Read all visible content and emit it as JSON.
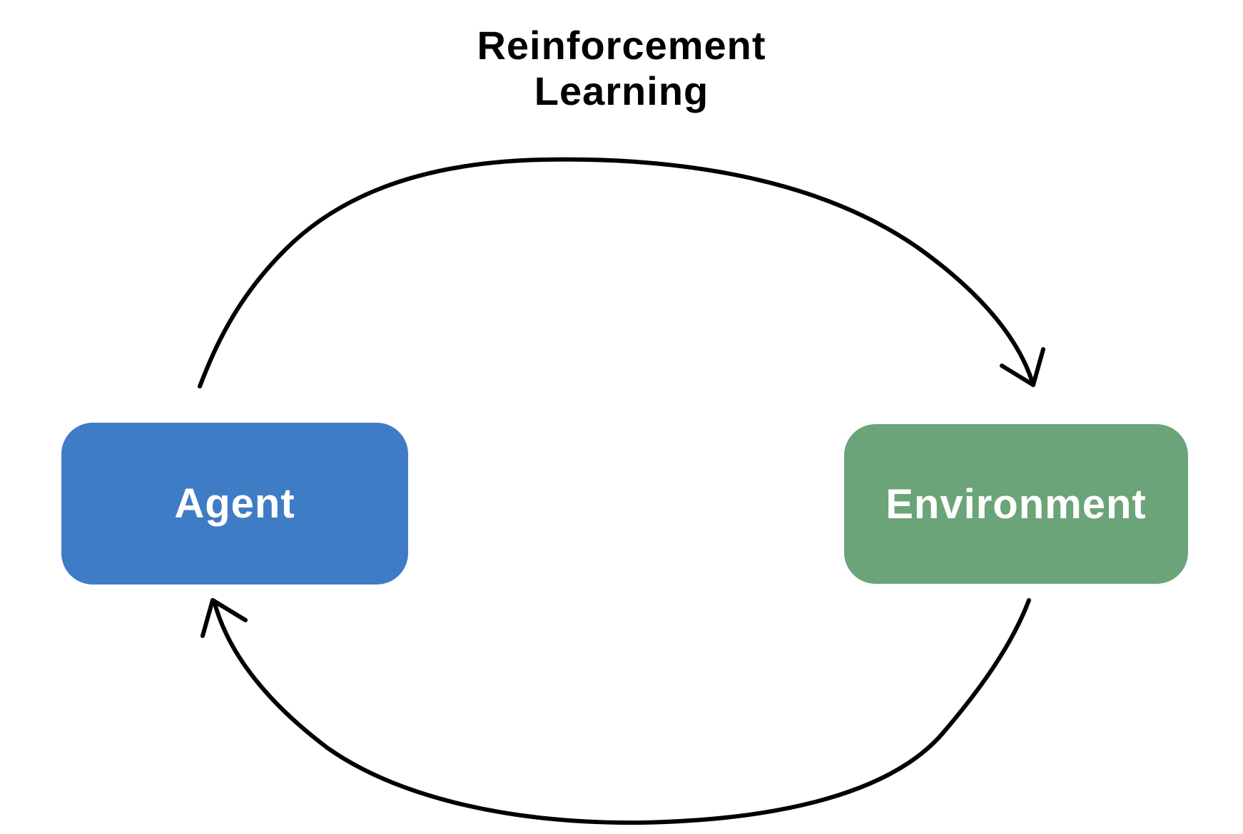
{
  "title": {
    "line1": "Reinforcement",
    "line2": "Learning"
  },
  "nodes": [
    {
      "id": "agent",
      "label": "Agent",
      "color": "#3f7cc6"
    },
    {
      "id": "environment",
      "label": "Environment",
      "color": "#6ba478"
    }
  ],
  "edges": [
    {
      "from": "agent",
      "to": "environment",
      "style": "hand-drawn curved arrow",
      "color": "#000000"
    },
    {
      "from": "environment",
      "to": "agent",
      "style": "hand-drawn curved arrow",
      "color": "#000000"
    }
  ]
}
